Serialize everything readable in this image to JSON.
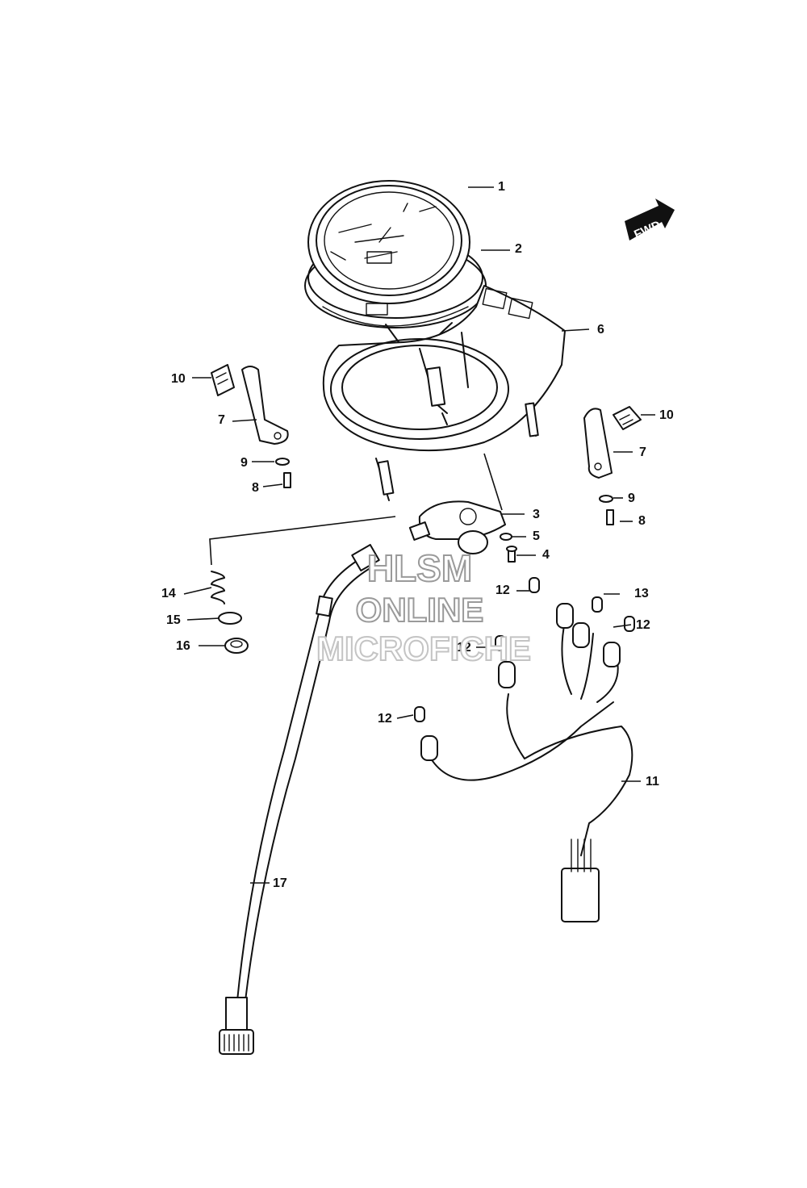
{
  "direction_badge": {
    "text": "FWD"
  },
  "watermark": {
    "line1": "HLSM",
    "line2": "ONLINE",
    "line3": "MICROFICHE",
    "color": "#9a9a9a"
  },
  "callouts": [
    {
      "id": "c1",
      "text": "1"
    },
    {
      "id": "c2",
      "text": "2"
    },
    {
      "id": "c3",
      "text": "3"
    },
    {
      "id": "c4",
      "text": "4"
    },
    {
      "id": "c5",
      "text": "5"
    },
    {
      "id": "c6",
      "text": "6"
    },
    {
      "id": "c7a",
      "text": "7"
    },
    {
      "id": "c7b",
      "text": "7"
    },
    {
      "id": "c8a",
      "text": "8"
    },
    {
      "id": "c8b",
      "text": "8"
    },
    {
      "id": "c9a",
      "text": "9"
    },
    {
      "id": "c9b",
      "text": "9"
    },
    {
      "id": "c10a",
      "text": "10"
    },
    {
      "id": "c10b",
      "text": "10"
    },
    {
      "id": "c11",
      "text": "11"
    },
    {
      "id": "c12a",
      "text": "12"
    },
    {
      "id": "c12b",
      "text": "12"
    },
    {
      "id": "c12c",
      "text": "12"
    },
    {
      "id": "c12d",
      "text": "12"
    },
    {
      "id": "c13",
      "text": "13"
    },
    {
      "id": "c14",
      "text": "14"
    },
    {
      "id": "c15",
      "text": "15"
    },
    {
      "id": "c16",
      "text": "16"
    },
    {
      "id": "c17",
      "text": "17"
    }
  ]
}
